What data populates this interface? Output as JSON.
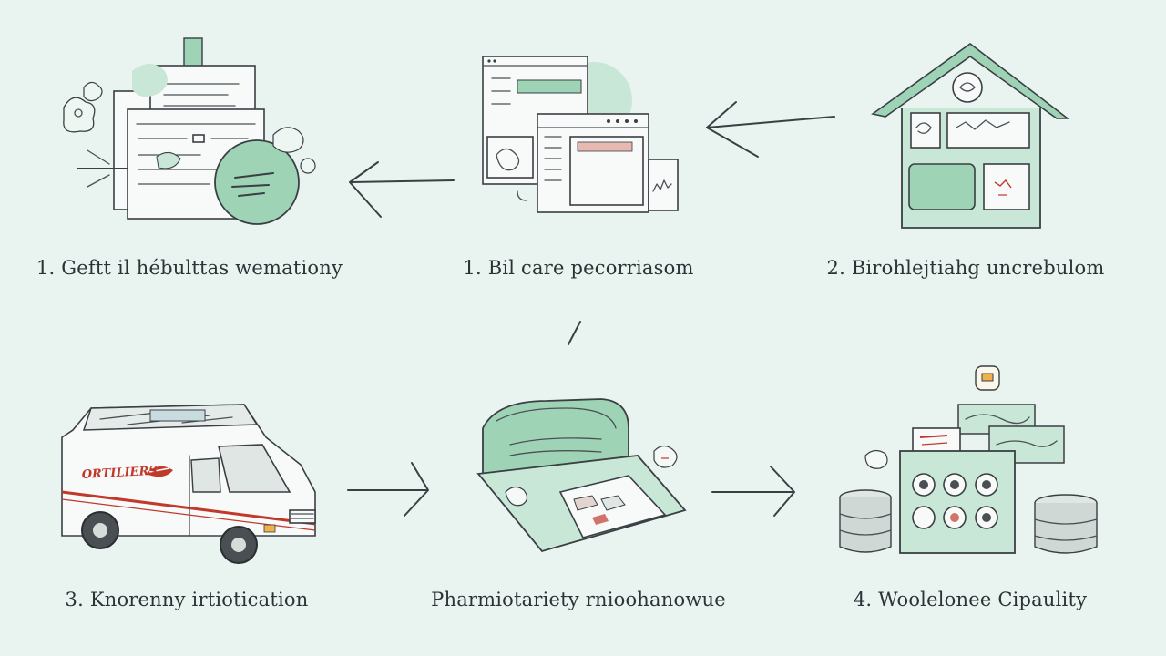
{
  "steps": [
    {
      "label": "1. Geftt il hébulttas wemationy",
      "icon": "documents-icon"
    },
    {
      "label": "1. Bil care pecorriasom",
      "icon": "browser-windows-icon"
    },
    {
      "label": "2. Birohlejtiahg uncrebulom",
      "icon": "house-icon"
    },
    {
      "label": "3. Knorenny irtiotication",
      "icon": "delivery-van-icon"
    },
    {
      "label": "Pharmiotariety rnioohanowue",
      "icon": "package-box-icon"
    },
    {
      "label": "4. Woolelonee Cipaulity",
      "icon": "storage-icon"
    }
  ],
  "van": {
    "side_text": "ORTILIERS"
  },
  "colors": {
    "background": "#e9f4f0",
    "mint": "#9fd3b6",
    "mint_dark": "#5fa985",
    "ink": "#3a3f44",
    "accent_red": "#c0392b",
    "accent_orange": "#f0b04a"
  }
}
